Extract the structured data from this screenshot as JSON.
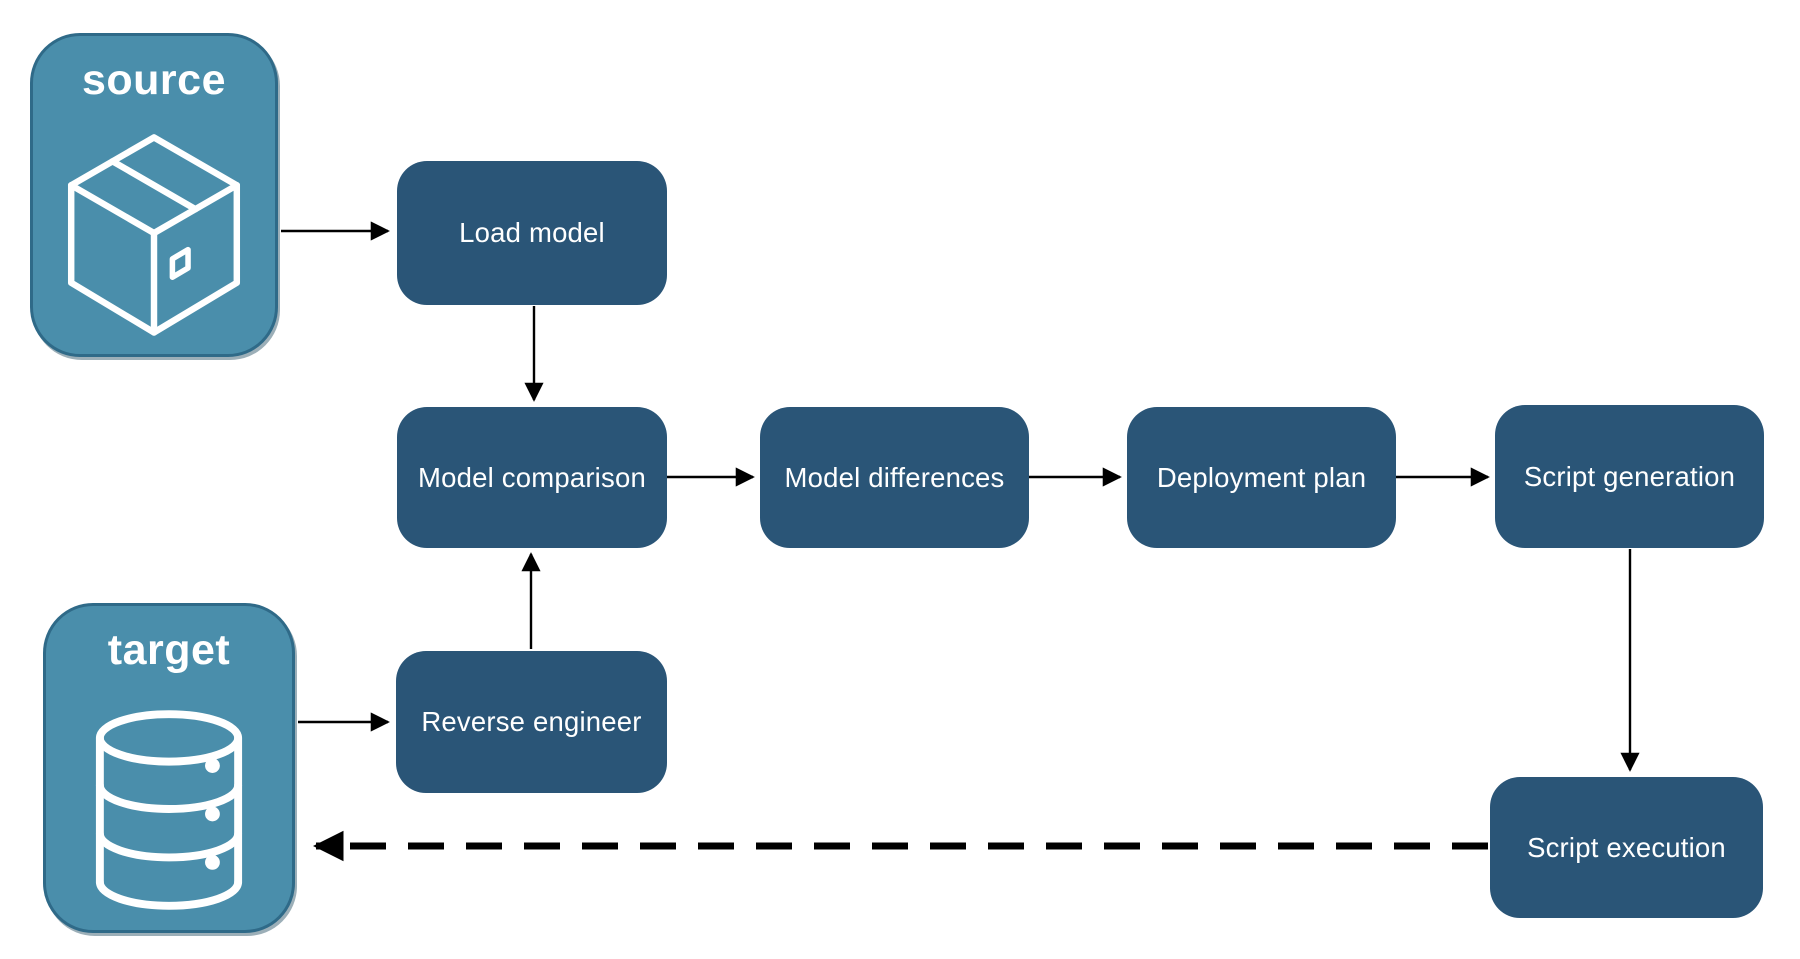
{
  "diagram": {
    "containers": {
      "source": {
        "label": "source",
        "icon": "package-icon"
      },
      "target": {
        "label": "target",
        "icon": "database-icon"
      }
    },
    "nodes": {
      "load_model": {
        "label": "Load model"
      },
      "model_comparison": {
        "label": "Model comparison"
      },
      "model_differences": {
        "label": "Model differences"
      },
      "deployment_plan": {
        "label": "Deployment plan"
      },
      "script_generation": {
        "label": "Script generation"
      },
      "reverse_engineer": {
        "label": "Reverse engineer"
      },
      "script_execution": {
        "label": "Script execution"
      }
    },
    "edges": [
      {
        "from": "source",
        "to": "load_model",
        "style": "solid"
      },
      {
        "from": "load_model",
        "to": "model_comparison",
        "style": "solid"
      },
      {
        "from": "model_comparison",
        "to": "model_differences",
        "style": "solid"
      },
      {
        "from": "model_differences",
        "to": "deployment_plan",
        "style": "solid"
      },
      {
        "from": "deployment_plan",
        "to": "script_generation",
        "style": "solid"
      },
      {
        "from": "script_generation",
        "to": "script_execution",
        "style": "solid"
      },
      {
        "from": "target",
        "to": "reverse_engineer",
        "style": "solid"
      },
      {
        "from": "reverse_engineer",
        "to": "model_comparison",
        "style": "solid"
      },
      {
        "from": "script_execution",
        "to": "target",
        "style": "dashed"
      }
    ],
    "colors": {
      "node_fill": "#2A5577",
      "container_fill": "#4A8EAB",
      "container_border": "#2F6A88",
      "arrow": "#000000",
      "text": "#FFFFFF"
    }
  }
}
